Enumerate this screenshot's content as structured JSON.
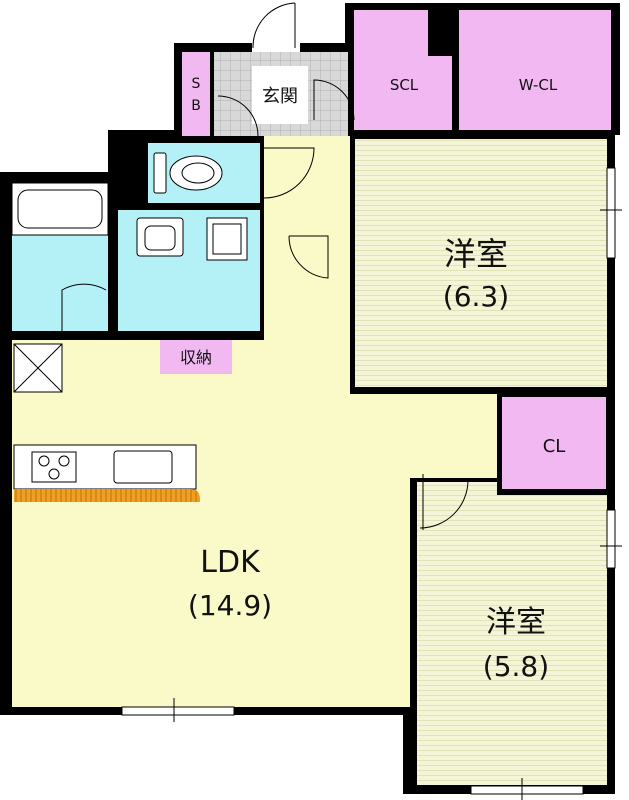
{
  "rooms": {
    "sb_top": "S",
    "sb_bottom": "B",
    "genkan": "玄関",
    "scl": "SCL",
    "wcl": "W-CL",
    "yoshitsu1_name": "洋室",
    "yoshitsu1_size": "(6.3)",
    "shuno": "収納",
    "cl": "CL",
    "ldk_name": "LDK",
    "ldk_size": "(14.9)",
    "yoshitsu2_name": "洋室",
    "yoshitsu2_size": "(5.8)"
  },
  "colors": {
    "wet_area": "#b3f1f7",
    "closet": "#f2b8f2",
    "living": "#fafac8",
    "bedroom": "#f4f4d6",
    "counter": "#f0a020",
    "wall": "#000000",
    "entrance_tile": "#d8d8d8"
  }
}
